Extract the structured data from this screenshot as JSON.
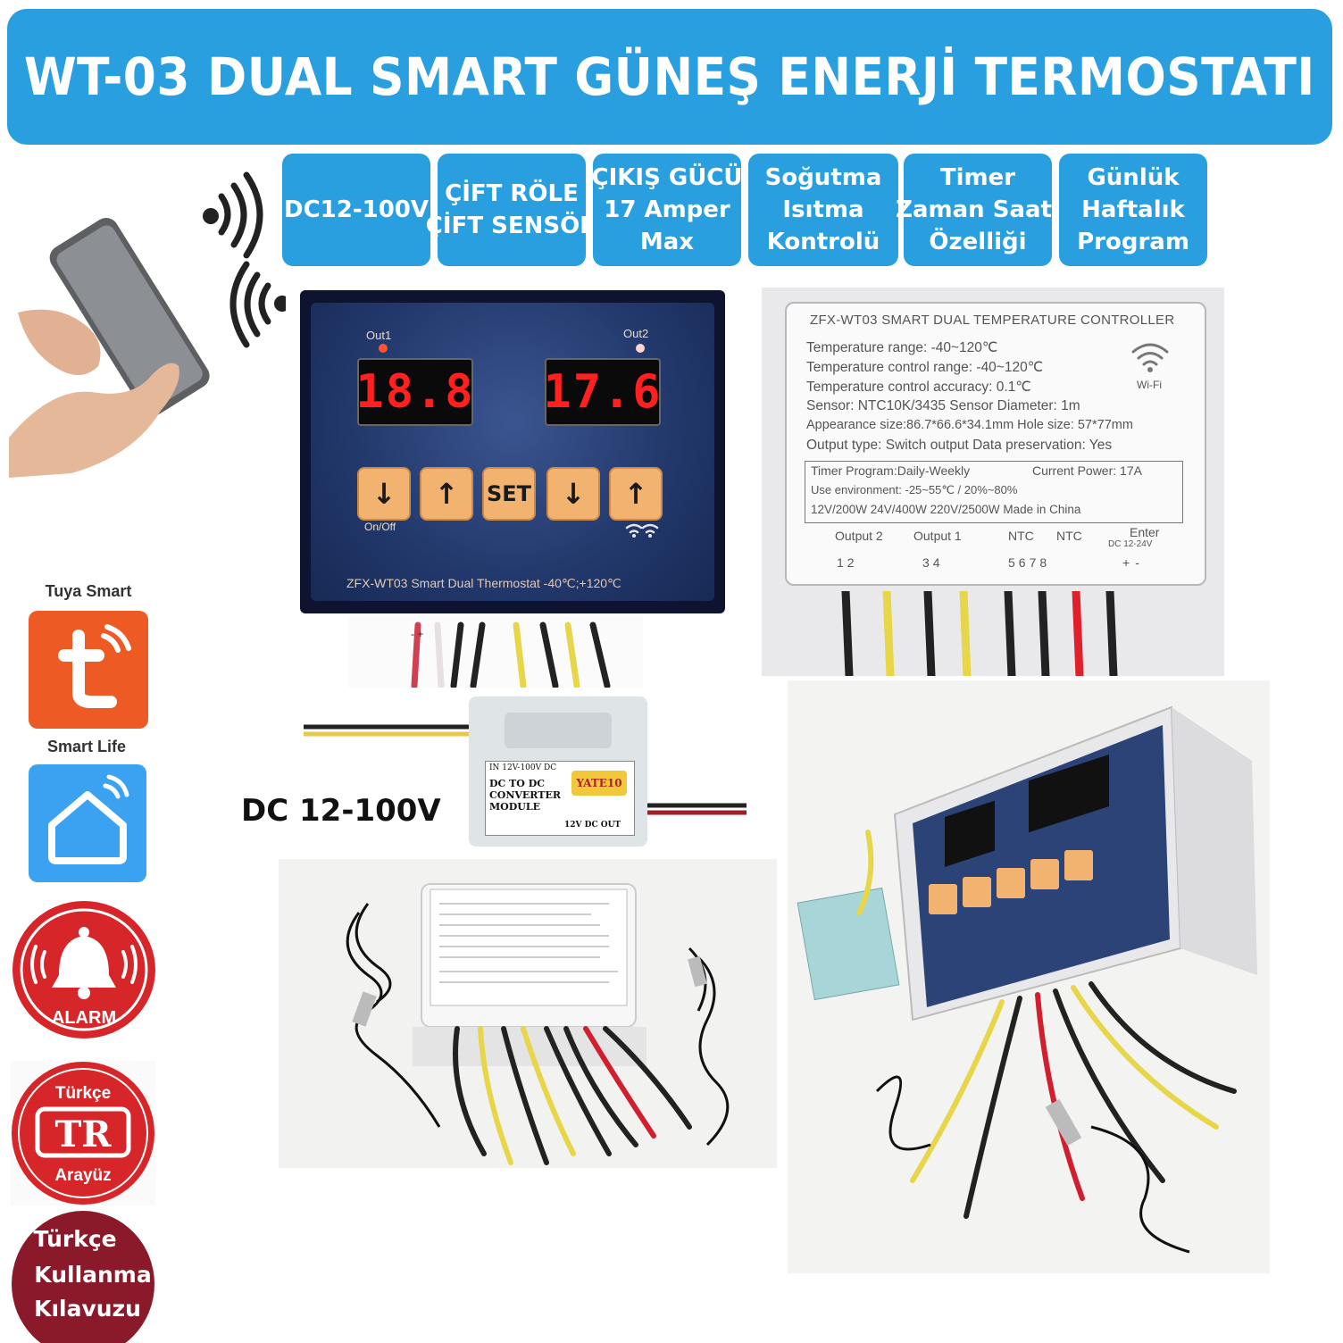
{
  "title": "WT-03 DUAL SMART GÜNEŞ ENERJİ TERMOSTATI",
  "features": [
    {
      "lines": [
        "DC12-100V"
      ]
    },
    {
      "lines": [
        "ÇİFT RÖLE",
        "ÇİFT SENSÖR"
      ]
    },
    {
      "lines": [
        "ÇIKIŞ GÜCÜ",
        "17 Amper",
        "Max"
      ]
    },
    {
      "lines": [
        "Soğutma",
        "Isıtma",
        "Kontrolü"
      ]
    },
    {
      "lines": [
        "Timer",
        "Zaman Saati",
        "Özelliği"
      ]
    },
    {
      "lines": [
        "Günlük",
        "Haftalık",
        "Program"
      ]
    }
  ],
  "apps": {
    "tuya_label": "Tuya Smart",
    "smartlife_label": "Smart Life",
    "alarm_label": "ALARM",
    "turkce_top": "Türkçe",
    "tr_badge": "TR",
    "arayuz": "Arayüz",
    "manual": [
      "Türkçe",
      "Kullanma",
      "Kılavuzu"
    ]
  },
  "thermostat": {
    "out1": "Out1",
    "out2": "Out2",
    "display1": "18.8",
    "display2": "17.6",
    "buttons": [
      "↓",
      "↑",
      "SET",
      "↓",
      "↑"
    ],
    "onoff": "On/Off",
    "footer": "ZFX-WT03 Smart Dual Thermostat -40℃;+120℃"
  },
  "spec_label": {
    "heading": "ZFX-WT03 SMART DUAL TEMPERATURE CONTROLLER",
    "lines": [
      "Temperature range:  -40~120℃",
      "Temperature control range:  -40~120℃",
      "Temperature control accuracy: 0.1℃",
      "Sensor: NTC10K/3435  Sensor Diameter: 1m",
      "Appearance size:86.7*66.6*34.1mm  Hole size: 57*77mm",
      "Output type: Switch output     Data preservation: Yes"
    ],
    "wifi": "Wi-Fi",
    "timer_line": "Timer Program:Daily-Weekly",
    "current_power": "Current Power: 17A",
    "use_env": "Use environment: -25~55℃ / 20%~80%",
    "power_line": "12V/200W    24V/400W    220V/2500W    Made in China",
    "output2": "Output 2",
    "output1": "Output 1",
    "ntc": "NTC",
    "enter": "Enter",
    "enter_sub": "DC 12-24V",
    "terminals": [
      "1",
      "2",
      "3",
      "4",
      "5",
      "6",
      "7",
      "8",
      "+",
      "-"
    ]
  },
  "dc": {
    "label": "DC 12-100V",
    "conv_in": "IN 12V-100V DC",
    "conv_title": "DC TO DC CONVERTER MODULE",
    "conv_out": "12V DC OUT",
    "brand": "YATE10"
  },
  "colors": {
    "banner": "#2a9fe0",
    "tuya": "#ee5a24",
    "smartlife": "#3aa2f0",
    "alarm": "#d6262a",
    "manual": "#8a1a2a"
  }
}
